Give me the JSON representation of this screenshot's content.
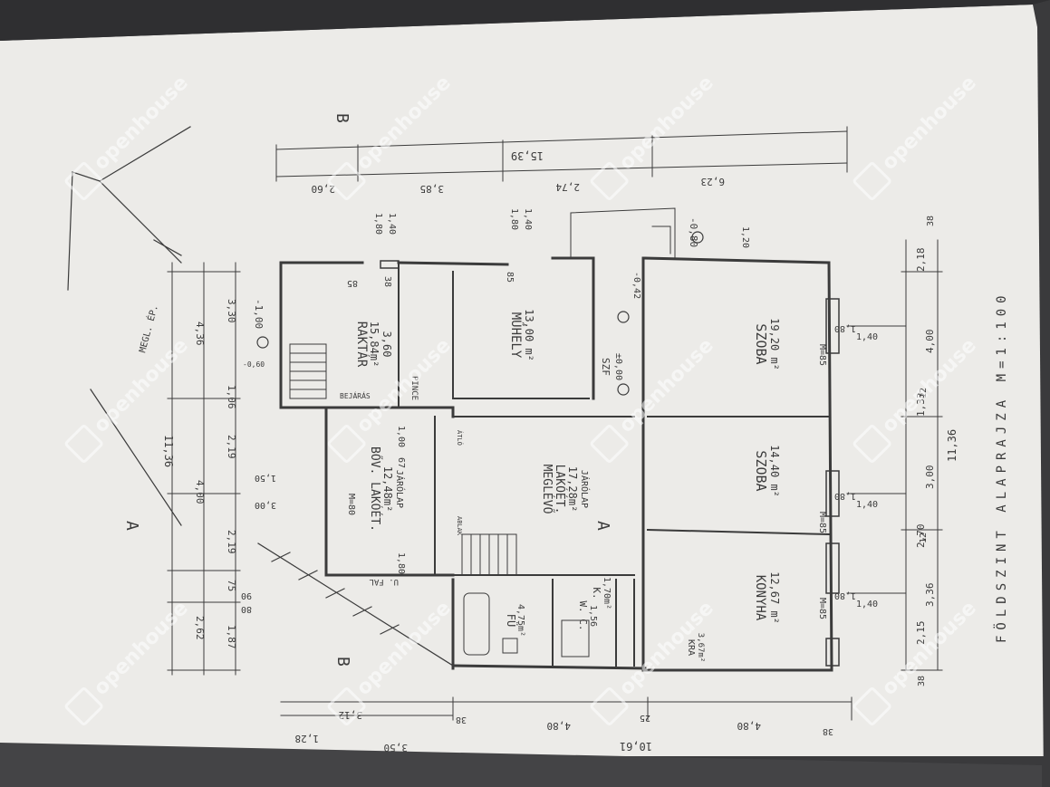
{
  "watermark": "openhouse",
  "page_title": "FÖLDSZINT ALAPRAJZA M=1:100",
  "rooms": {
    "raktar": [
      "RAKTÁR",
      "15,84m²",
      "3,60"
    ],
    "muhely": [
      "MŰHELY",
      "13,00 m²"
    ],
    "szoba1": [
      "SZOBA",
      "19,20 m²"
    ],
    "szoba2": [
      "SZOBA",
      "14,40 m²"
    ],
    "konyha": [
      "KONYHA",
      "12,67 m²"
    ],
    "bov": [
      "BŐV. LAKÓÉT.",
      "12,48m²",
      "JÁRÓLAP"
    ],
    "meglevo": [
      "MEGLÉVŐ",
      "LAKÓÉT.",
      "17,28m²",
      "JÁRÓLAP"
    ],
    "furdo": [
      "FÜ",
      "4,75m²"
    ],
    "wc": [
      "W. C.",
      "1,56",
      "K.",
      "1,70m²"
    ],
    "kamra": [
      "KRA",
      "3,67m²"
    ]
  },
  "labels": {
    "pince1": "PINCE",
    "pince2": "BEJÁRÁS",
    "ufal": "U. FAL",
    "szf": "SZF",
    "epulet": "MEGL. ÉP.",
    "ablak1": "ABLAK",
    "ablak2": "ÁTLÓ",
    "section_b": "B",
    "section_a": "A"
  },
  "dims": {
    "top_total": "15,39",
    "top": [
      "2,60",
      "3,85",
      "2,74",
      "6,23"
    ],
    "left_outer": [
      "11,36"
    ],
    "left_main": [
      "4,36",
      "4,00",
      "2,62"
    ],
    "left_inner": [
      "3,30",
      "1,06",
      "2,19",
      "2,19",
      "75",
      "1,87"
    ],
    "right": [
      "2,18",
      "4,00",
      "1,33",
      "3,00",
      "2,70",
      "3,36",
      "2,15"
    ],
    "right_total": "11,36",
    "bottom": [
      "3,12",
      "4,80",
      "4,80"
    ],
    "bottom_total": "10,61",
    "bottom2": [
      "3,50",
      "1,28"
    ],
    "levels": [
      "-1,00",
      "-0,80",
      "-0,42",
      "±0,00",
      "-0,60"
    ],
    "misc": [
      "1,80",
      "1,40",
      "1,80",
      "1,40",
      "85",
      "85",
      "38",
      "M=85",
      "M=85",
      "M=85",
      "M=80",
      "1,20",
      "1,80",
      "67",
      "1,00",
      "1,50",
      "3,00",
      "1,40",
      "1,80",
      "1,40",
      "1,80",
      "1,40",
      "1,80",
      "38",
      "12",
      "12",
      "38",
      "25",
      "38",
      "38",
      "90",
      "80"
    ]
  },
  "colors": {
    "paper": "#ecebe8",
    "ink": "#3b3b3b",
    "background": "#3a3a3c"
  }
}
